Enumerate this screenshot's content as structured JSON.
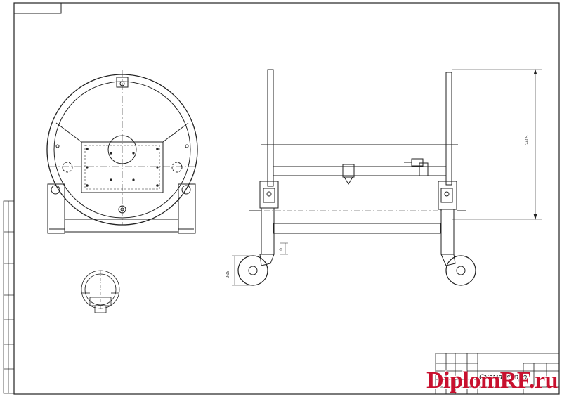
{
  "title_block": {
    "title": "Схема устро"
  },
  "dimensions": {
    "height": "2405",
    "wheel_dim_a": "2Ø5",
    "wheel_dim_b": "10"
  },
  "watermark": {
    "text": "DiplomRF.ru",
    "color": "#c8102e"
  },
  "colors": {
    "line": "#222222",
    "paper": "#ffffff"
  }
}
